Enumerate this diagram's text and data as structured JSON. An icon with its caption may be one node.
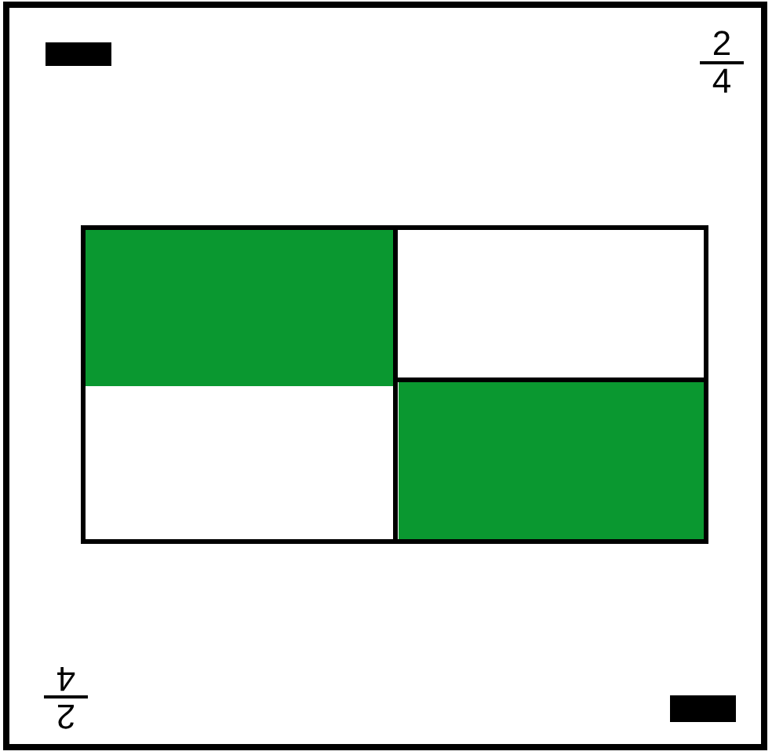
{
  "diagram": {
    "labels": [
      "2",
      "4",
      "2",
      "4"
    ]
  }
}
